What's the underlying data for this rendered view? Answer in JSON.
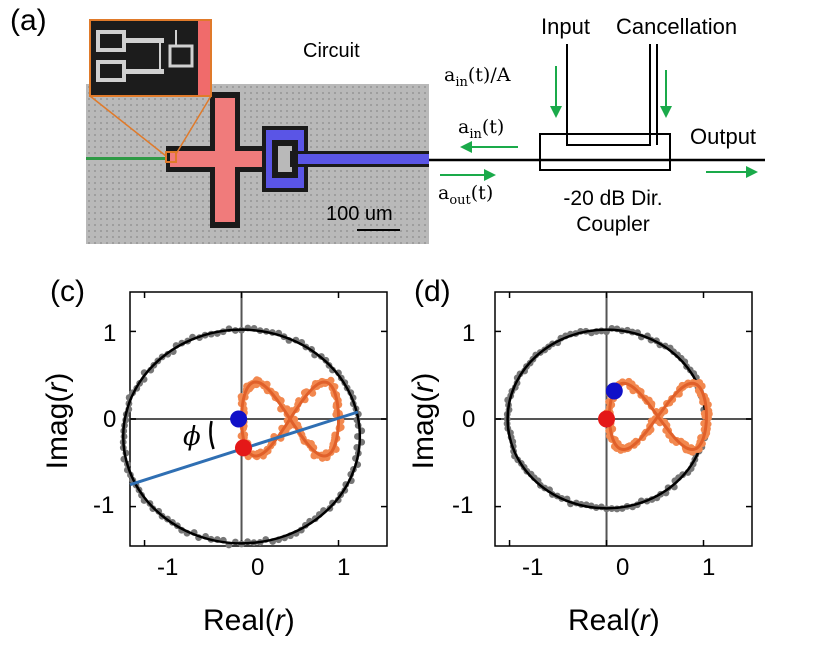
{
  "panel_a": {
    "label": "(a)",
    "circuit_label": "Circuit",
    "scale_bar": "100 um",
    "input_label": "Input",
    "cancellation_label": "Cancellation",
    "output_label": "Output",
    "coupler_line1": "-20 dB Dir.",
    "coupler_line2": "Coupler",
    "ain_over_A": {
      "base": "a",
      "sub": "in",
      "rest": "(t)/A"
    },
    "ain": {
      "base": "a",
      "sub": "in",
      "rest": "(t)"
    },
    "aout": {
      "base": "a",
      "sub": "out",
      "rest": "(t)"
    },
    "colors": {
      "arrow": "#1aaa4a",
      "qubit": "#f07b7b",
      "resonator": "#5a55e6",
      "feed": "#3a5ad8",
      "inset_border": "#e07a2a"
    }
  },
  "panel_c": {
    "label": "(c)",
    "phi": "ϕ",
    "xlabel": {
      "text": "Real(",
      "italic": "r",
      "close": ")"
    },
    "ylabel": {
      "text": "Imag(",
      "italic": "r",
      "close": ")"
    },
    "yticks": [
      "1",
      "0",
      "-1"
    ],
    "xticks": [
      "-1",
      "0",
      "1"
    ]
  },
  "panel_d": {
    "label": "(d)",
    "xlabel": {
      "text": "Real(",
      "italic": "r",
      "close": ")"
    },
    "ylabel": {
      "text": "Imag(",
      "italic": "r",
      "close": ")"
    },
    "yticks": [
      "1",
      "0",
      "-1"
    ],
    "xticks": [
      "-1",
      "0",
      "1"
    ]
  },
  "chart_data": [
    {
      "type": "scatter",
      "panel": "c",
      "xlabel": "Real(r)",
      "ylabel": "Imag(r)",
      "xlim": [
        -1.15,
        1.5
      ],
      "ylim": [
        -1.45,
        1.45
      ],
      "xticks": [
        -1,
        0,
        1
      ],
      "yticks": [
        -1,
        0,
        1
      ],
      "grid": false,
      "series": [
        {
          "color": "#777777",
          "style": "points+fit-circle",
          "circle": {
            "center": [
              0,
              -0.2
            ],
            "radius": 1.22
          }
        },
        {
          "color": "#f2884f",
          "style": "points+fit-curve",
          "figure_eight": {
            "center": [
              0.5,
              0
            ],
            "rx": 0.5,
            "ry": 0.47
          }
        },
        {
          "color": "#2f6fb3",
          "style": "line",
          "points": [
            [
              -1.15,
              -0.75
            ],
            [
              1.2,
              0.08
            ]
          ]
        }
      ],
      "markers": [
        {
          "color": "#1010c8",
          "x": -0.03,
          "y": 0.0
        },
        {
          "color": "#e41818",
          "x": 0.02,
          "y": -0.33
        }
      ]
    },
    {
      "type": "scatter",
      "panel": "d",
      "xlabel": "Real(r)",
      "ylabel": "Imag(r)",
      "xlim": [
        -1.15,
        1.5
      ],
      "ylim": [
        -1.45,
        1.45
      ],
      "xticks": [
        -1,
        0,
        1
      ],
      "yticks": [
        -1,
        0,
        1
      ],
      "grid": false,
      "series": [
        {
          "color": "#777777",
          "style": "points+fit-circle",
          "circle": {
            "center": [
              0,
              0
            ],
            "radius": 1.02
          }
        },
        {
          "color": "#f2884f",
          "style": "points+fit-curve",
          "figure_eight": {
            "center": [
              0.53,
              0.03
            ],
            "rx": 0.5,
            "ry": 0.42
          }
        }
      ],
      "markers": [
        {
          "color": "#1010c8",
          "x": 0.08,
          "y": 0.32
        },
        {
          "color": "#e41818",
          "x": 0.0,
          "y": 0.0
        }
      ]
    }
  ]
}
